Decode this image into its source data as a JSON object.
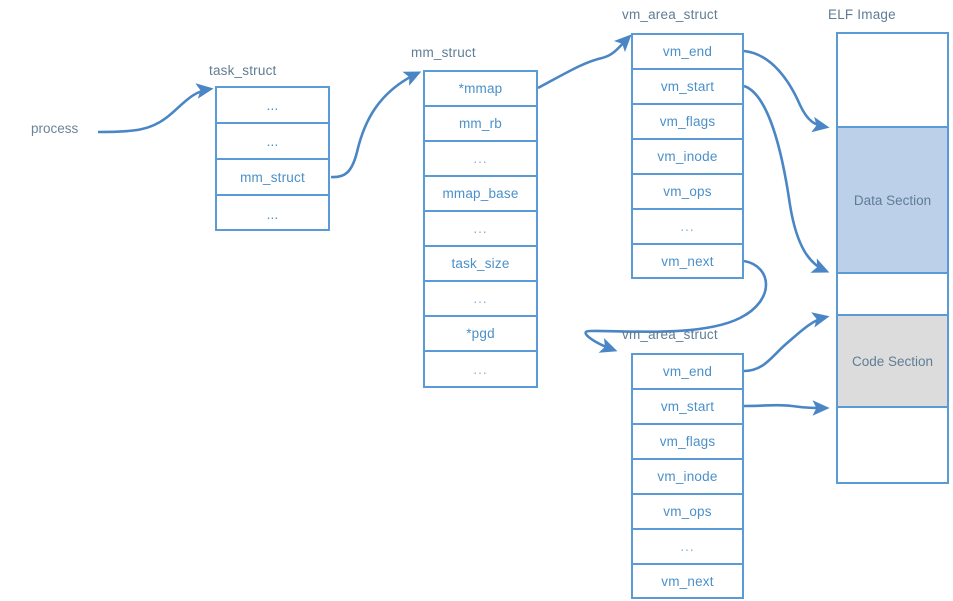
{
  "diagram": {
    "title_labels": {
      "process": "process",
      "task_struct": "task_struct",
      "mm_struct": "mm_struct",
      "vm_area_struct_1": "vm_area_struct",
      "vm_area_struct_2": "vm_area_struct",
      "elf_image": "ELF Image"
    },
    "colors": {
      "border": "#5b9bd5",
      "row_text": "#4a90c9",
      "label_text": "#5f7d95",
      "arrow": "#4a86c5",
      "data_section_fill": "#bdd0e9",
      "code_section_fill": "#dcdcdc",
      "background": "#ffffff"
    },
    "structs": {
      "task_struct": {
        "label": "task_struct",
        "rows": [
          {
            "text": "...",
            "kind": "dots"
          },
          {
            "text": "...",
            "kind": "dots"
          },
          {
            "text": "mm_struct",
            "kind": "field"
          },
          {
            "text": "...",
            "kind": "dots"
          }
        ]
      },
      "mm_struct": {
        "label": "mm_struct",
        "rows": [
          {
            "text": "*mmap",
            "kind": "field"
          },
          {
            "text": "mm_rb",
            "kind": "field"
          },
          {
            "text": "...",
            "kind": "dots"
          },
          {
            "text": "mmap_base",
            "kind": "field"
          },
          {
            "text": "...",
            "kind": "dots"
          },
          {
            "text": "task_size",
            "kind": "field"
          },
          {
            "text": "...",
            "kind": "dots"
          },
          {
            "text": "*pgd",
            "kind": "field"
          },
          {
            "text": "...",
            "kind": "dots"
          }
        ]
      },
      "vm_area_struct_1": {
        "label": "vm_area_struct",
        "rows": [
          {
            "text": "vm_end",
            "kind": "field"
          },
          {
            "text": "vm_start",
            "kind": "field"
          },
          {
            "text": "vm_flags",
            "kind": "field"
          },
          {
            "text": "vm_inode",
            "kind": "field"
          },
          {
            "text": "vm_ops",
            "kind": "field"
          },
          {
            "text": "...",
            "kind": "dots"
          },
          {
            "text": "vm_next",
            "kind": "field"
          }
        ]
      },
      "vm_area_struct_2": {
        "label": "vm_area_struct",
        "rows": [
          {
            "text": "vm_end",
            "kind": "field"
          },
          {
            "text": "vm_start",
            "kind": "field"
          },
          {
            "text": "vm_flags",
            "kind": "field"
          },
          {
            "text": "vm_inode",
            "kind": "field"
          },
          {
            "text": "vm_ops",
            "kind": "field"
          },
          {
            "text": "...",
            "kind": "dots"
          },
          {
            "text": "vm_next",
            "kind": "field"
          }
        ]
      }
    },
    "elf_image": {
      "label": "ELF Image",
      "segments": [
        {
          "text": "",
          "fill": "#ffffff"
        },
        {
          "text": "Data Section",
          "fill": "#bdd0e9"
        },
        {
          "text": "",
          "fill": "#ffffff"
        },
        {
          "text": "Code Section",
          "fill": "#dcdcdc"
        },
        {
          "text": "",
          "fill": "#ffffff"
        }
      ]
    }
  }
}
